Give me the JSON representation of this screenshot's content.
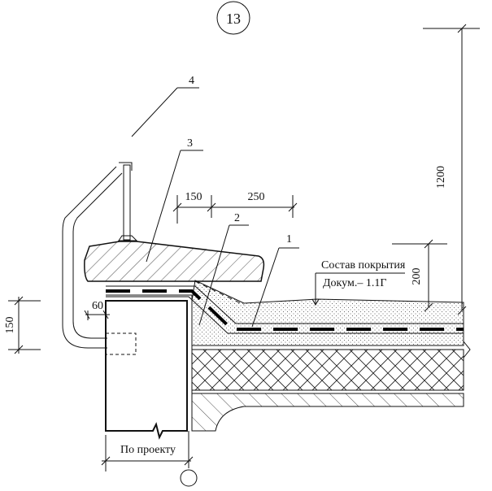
{
  "drawing": {
    "node_number": "13",
    "callouts": [
      "1",
      "2",
      "3",
      "4"
    ],
    "dimensions": {
      "d150_top": "150",
      "d250": "250",
      "d1200": "1200",
      "d200": "200",
      "d60": "60",
      "d150_left": "150",
      "by_project": "По проекту"
    },
    "notes": {
      "line1": "Состав покрытия",
      "line2": "Докум.– 1.1Г"
    }
  }
}
